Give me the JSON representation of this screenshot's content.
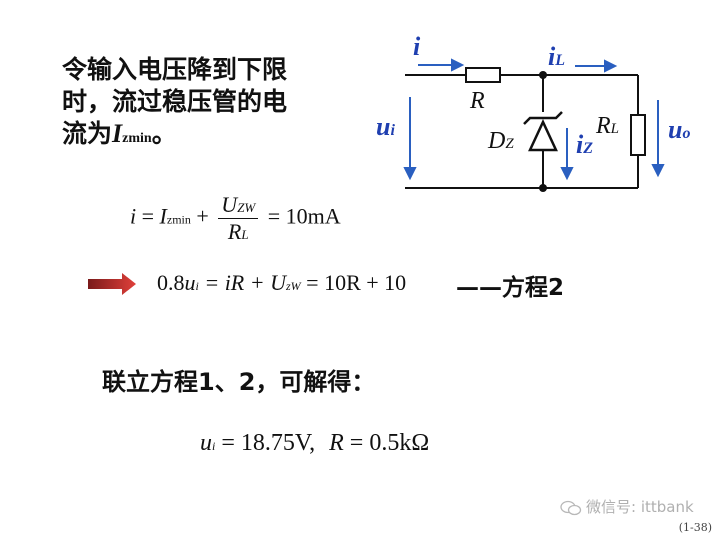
{
  "intro": {
    "line1": "令输入电压降到下限",
    "line2": "时，流过稳压管的电",
    "line3_prefix": "流为",
    "line3_var": "I",
    "line3_sub": "zmin",
    "line3_suffix": "。"
  },
  "circuit": {
    "i": "i",
    "iL": "i",
    "iL_sub": "L",
    "R": "R",
    "ui": "u",
    "ui_sub": "i",
    "Dz": "D",
    "Dz_sub": "Z",
    "iz": "i",
    "iz_sub": "Z",
    "RL": "R",
    "RL_sub": "L",
    "uo": "u",
    "uo_sub": "o"
  },
  "eq1": {
    "lhs": "i",
    "eq": "=",
    "I": "I",
    "I_sub": "zmin",
    "plus": "+",
    "num": "U",
    "num_sub": "ZW",
    "den": "R",
    "den_sub": "L",
    "rhs": "= 10mA"
  },
  "eq2": {
    "coef": "0.8",
    "u": "u",
    "u_sub": "i",
    "mid": "= iR + U",
    "U_sub": "zW",
    "rhs": "= 10R + 10",
    "label": "——方程2"
  },
  "solve": {
    "text": "联立方程1、2，可解得："
  },
  "result": {
    "u": "u",
    "u_sub": "i",
    "val1": "= 18.75V,",
    "R": "R",
    "val2": "= 0.5kΩ"
  },
  "footer": {
    "watermark": "微信号: ittbank",
    "page": "(1-38)"
  },
  "colors": {
    "label_blue": "#1f3fb0",
    "arrow_blue": "#2a5fc0",
    "red_arrow": "#c0282a"
  }
}
